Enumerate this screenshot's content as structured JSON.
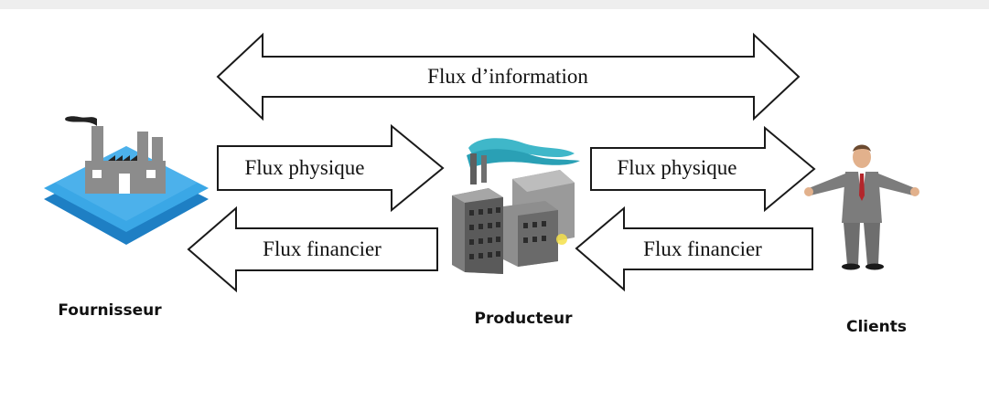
{
  "arrows": {
    "information": "Flux d’information",
    "physique_left": "Flux physique",
    "financier_left": "Flux financier",
    "physique_right": "Flux physique",
    "financier_right": "Flux financier"
  },
  "actors": {
    "supplier": "Fournisseur",
    "producer": "Producteur",
    "clients": "Clients"
  },
  "icons": {
    "supplier": "factory-on-platform-icon",
    "producer": "industrial-plant-icon",
    "clients": "businessman-icon"
  },
  "colors": {
    "arrow_fill": "#ffffff",
    "arrow_stroke": "#1a1a1a",
    "platform_blue": "#2e9fe0",
    "factory_grey": "#8a8a8a"
  }
}
